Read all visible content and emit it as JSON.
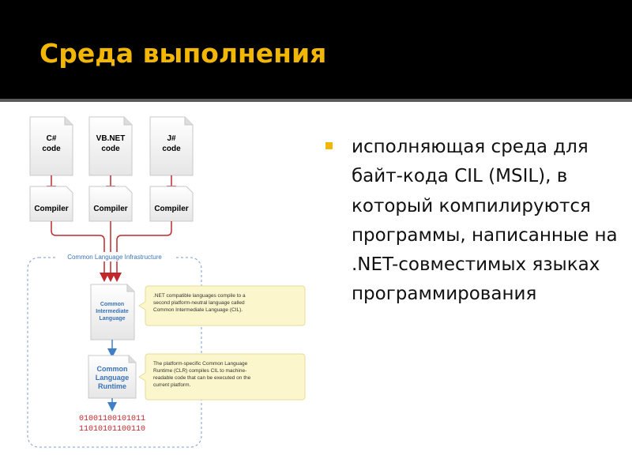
{
  "slide": {
    "title": "Среда выполнения",
    "bullet": "исполняющая среда для байт-кода CIL (MSIL), в который компилируются программы, написанные на .NET-совместимых языках программирования"
  },
  "diagram": {
    "sources": [
      {
        "line1": "C#",
        "line2": "code"
      },
      {
        "line1": "VB.NET",
        "line2": "code"
      },
      {
        "line1": "J#",
        "line2": "code"
      }
    ],
    "compiler_label": "Compiler",
    "cli_label": "Common Language Infrastructure",
    "cil_lines": [
      "Common",
      "Intermediate",
      "Language"
    ],
    "clr_lines": [
      "Common",
      "Language",
      "Runtime"
    ],
    "note_cil_lines": [
      ".NET compatible languages compile to a",
      "second platform-neutral language called",
      "Common Intermediate Language (CIL)."
    ],
    "note_clr_lines": [
      "The platform-specific Common Language",
      "Runtime (CLR) compiles CIL to machine-",
      "readable code that can be executed on the",
      "current platform."
    ],
    "binary_lines": [
      "01001100101011",
      "11010101100110"
    ]
  },
  "colors": {
    "header_bg": "#000000",
    "title": "#f2b705",
    "bullet": "#f2b705",
    "arrow_red": "#c0282d",
    "arrow_blue": "#3f7fc8",
    "note_bg": "#fbf6cc",
    "clr_text": "#3a73b8"
  }
}
